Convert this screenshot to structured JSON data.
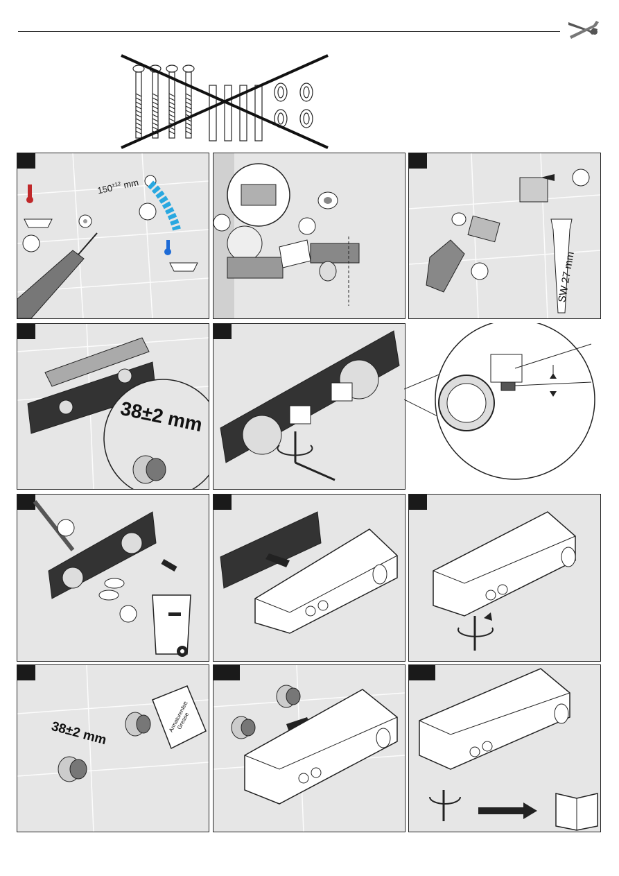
{
  "header": {
    "tool_icon": "wrench-screwdriver-icon"
  },
  "crossed_parts": {
    "icon": "crossed-out-screws-dowels-icon"
  },
  "panels": [
    {
      "id": "p1",
      "dimension_label": "150",
      "dimension_tolerance": "±12",
      "dimension_unit": "mm"
    },
    {
      "id": "p2"
    },
    {
      "id": "p3",
      "wrench_label": "SW 27 mm"
    },
    {
      "id": "p4",
      "dimension_label": "38±2 mm"
    },
    {
      "id": "p5"
    },
    {
      "id": "p6"
    },
    {
      "id": "p7"
    },
    {
      "id": "p8"
    },
    {
      "id": "p9",
      "dimension_label": "38±2 mm",
      "grease_label_1": "Armaturenfett",
      "grease_label_2": "Grease"
    },
    {
      "id": "p10"
    },
    {
      "id": "p11"
    }
  ]
}
